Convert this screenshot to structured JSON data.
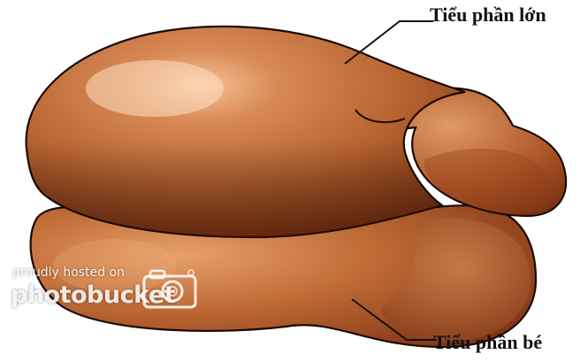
{
  "labels": {
    "large_subunit": "Tiểu phần lớn",
    "small_subunit": "Tiểu phần bé"
  },
  "watermark": {
    "line1": "proudly hosted on",
    "line2": "photobucket"
  },
  "colors": {
    "subunit_fill": "#b86432",
    "subunit_highlight": "#f1b584",
    "subunit_shadow": "#6e2c10",
    "outline": "#1a0b05"
  },
  "icons": [
    "camera-icon"
  ]
}
